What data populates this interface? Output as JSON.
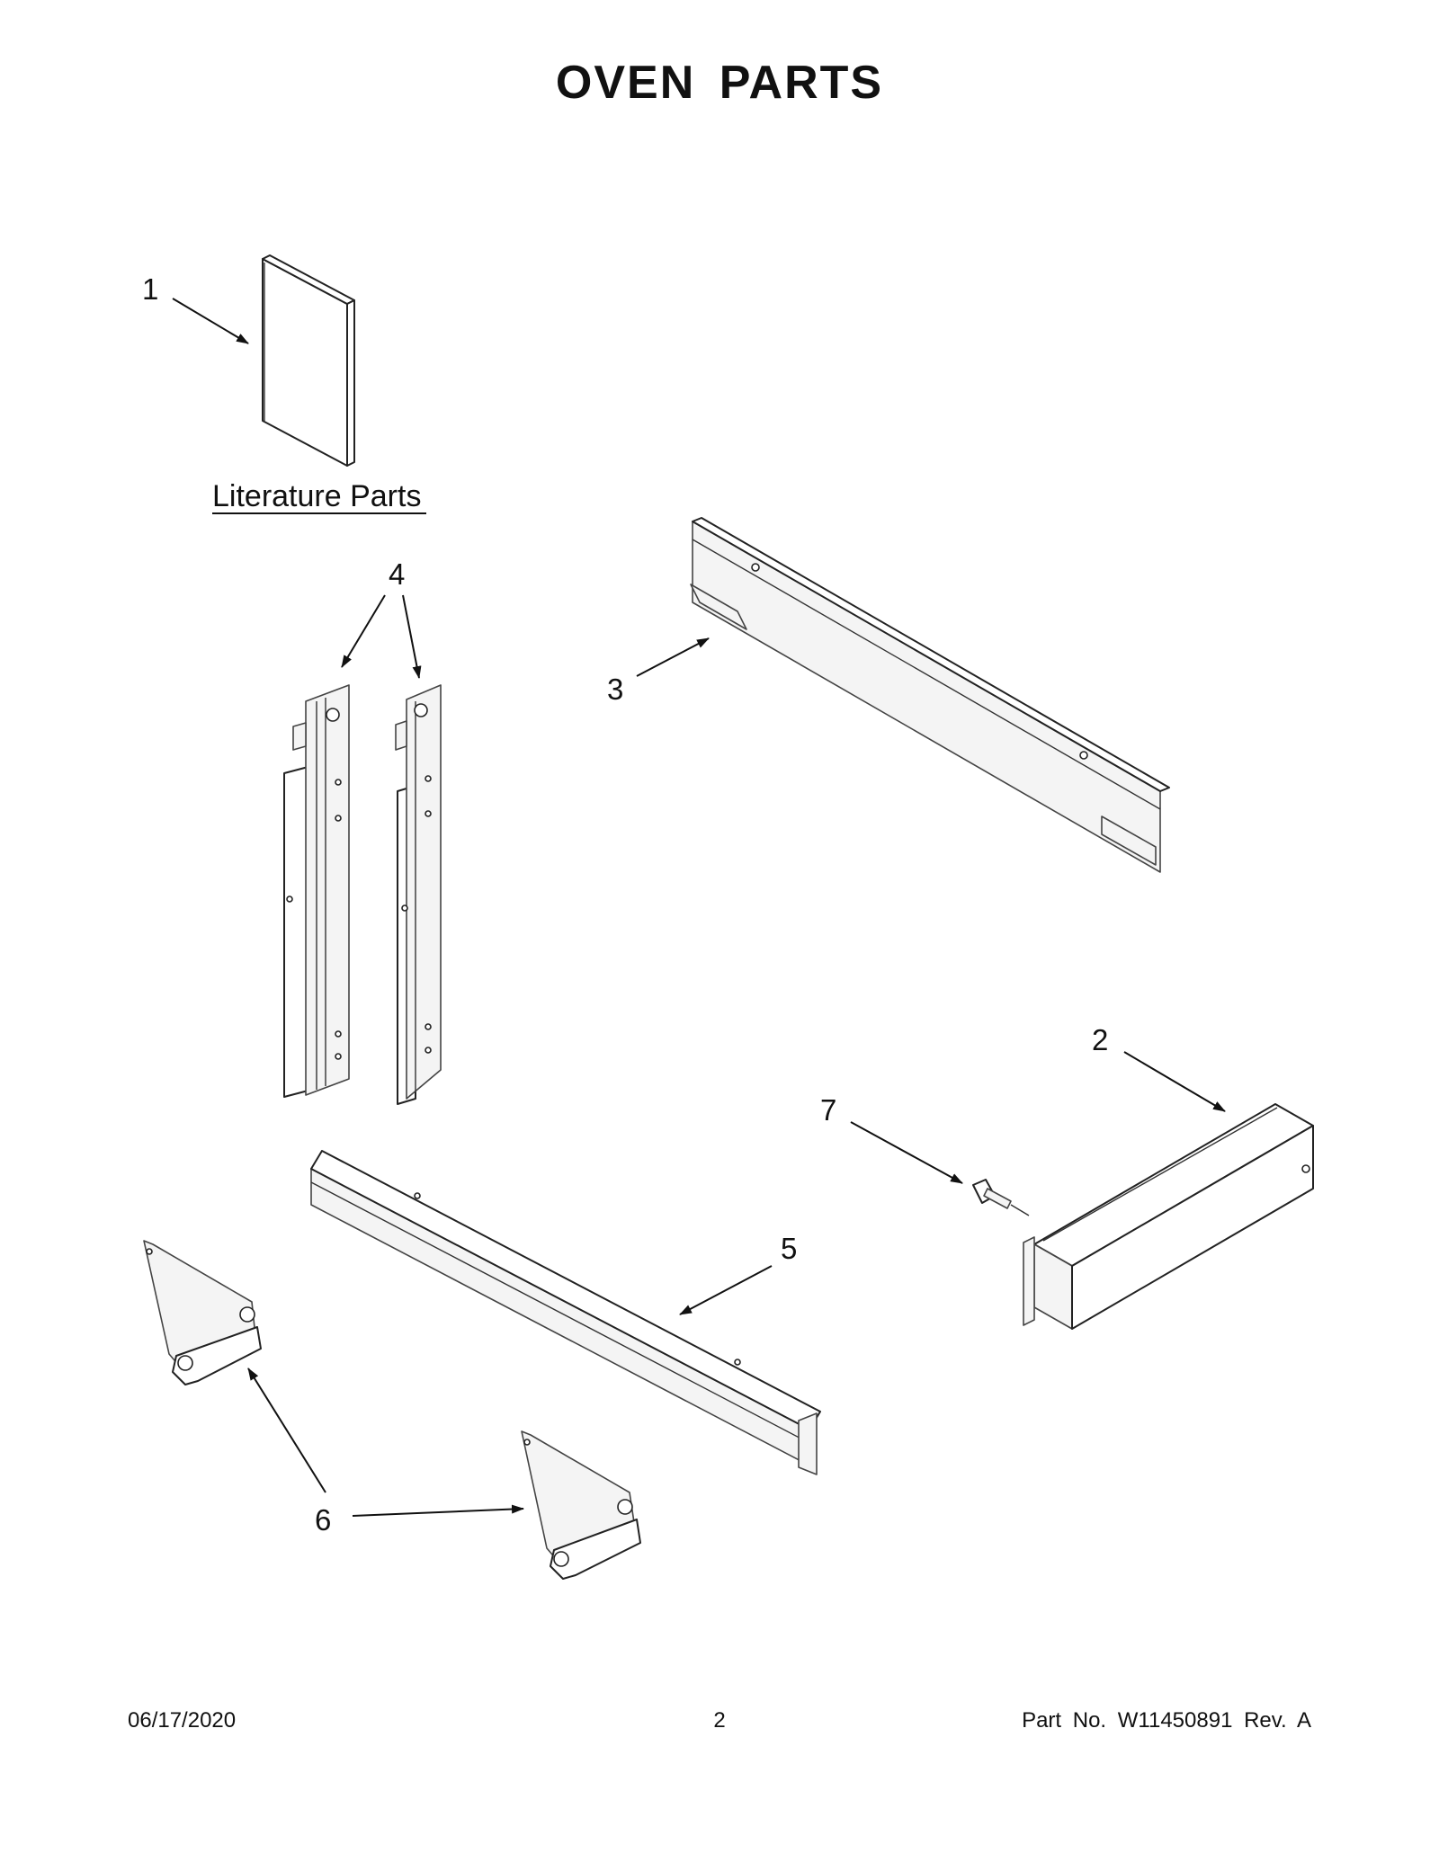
{
  "header": {
    "title": "OVEN  PARTS"
  },
  "diagram": {
    "literature_label": "Literature Parts",
    "callouts": [
      "1",
      "2",
      "3",
      "4",
      "5",
      "6",
      "7"
    ]
  },
  "footer": {
    "date": "06/17/2020",
    "page_number": "2",
    "part_number": "Part No.  W11450891  Rev.  A"
  }
}
